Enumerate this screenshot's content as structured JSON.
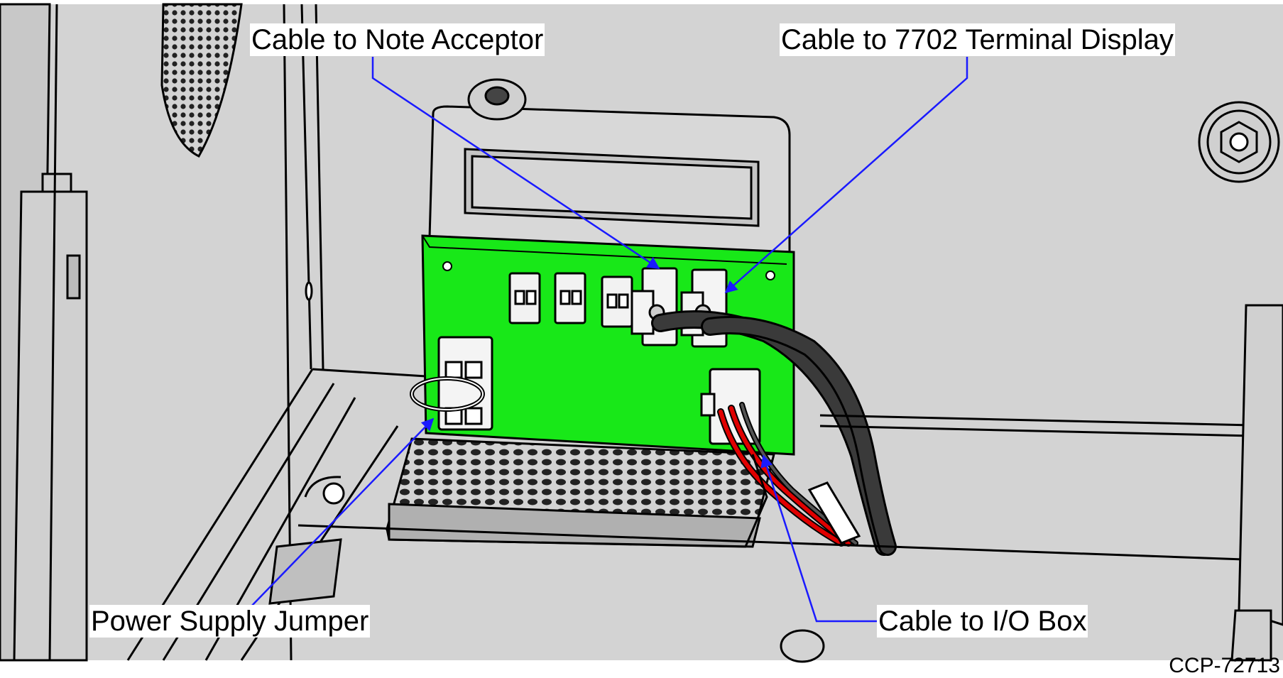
{
  "callouts": {
    "note_acceptor": "Cable to Note Acceptor",
    "terminal_display": "Cable to 7702 Terminal Display",
    "power_supply": "Power Supply Jumper",
    "io_box": "Cable to I/O Box"
  },
  "figure_id": "CCP-72713",
  "colors": {
    "board": "#18e818",
    "housing": "#d3d3d3",
    "callout_line": "#1a1aff",
    "red_wire": "#e00000",
    "dark_cable": "#3a3a3a"
  }
}
